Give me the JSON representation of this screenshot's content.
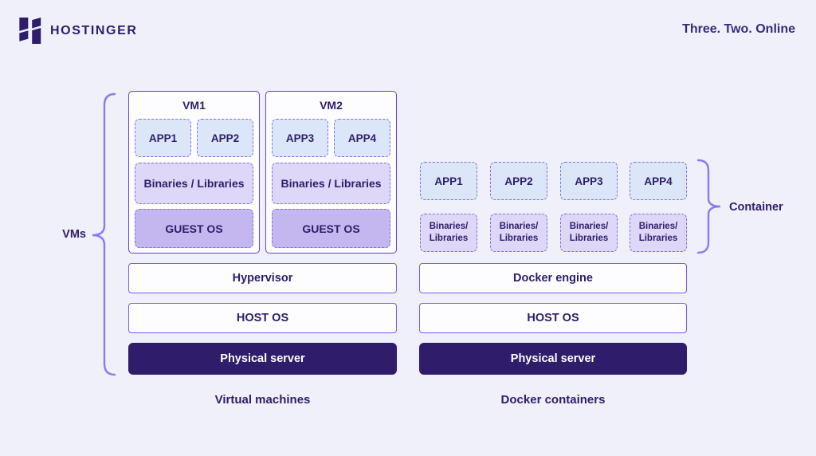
{
  "header": {
    "brand": "HOSTINGER",
    "tagline": "Three. Two. Online",
    "logo_icon": "hostinger-h-logo"
  },
  "colors": {
    "background": "#eff0fa",
    "brand_dark": "#2f1c6a",
    "vm_border": "#6342d9",
    "row_border": "#7a5af5",
    "dashed_border": "#8271e2",
    "app_fill": "#dbe6f8",
    "binaries_fill": "#ded7f8",
    "guest_os_fill": "#c4b7f0",
    "server_fill": "#2f1c6a",
    "brace": "#8b7af2"
  },
  "vm_section": {
    "brace_label": "VMs",
    "caption": "Virtual machines",
    "vms": [
      {
        "title": "VM1",
        "apps": [
          "APP1",
          "APP2"
        ],
        "binaries": "Binaries / Libraries",
        "os": "GUEST OS"
      },
      {
        "title": "VM2",
        "apps": [
          "APP3",
          "APP4"
        ],
        "binaries": "Binaries / Libraries",
        "os": "GUEST OS"
      }
    ],
    "layers": [
      "Hypervisor",
      "HOST OS",
      "Physical server"
    ]
  },
  "docker_section": {
    "brace_label": "Container",
    "caption": "Docker containers",
    "containers": [
      {
        "app": "APP1",
        "binaries": "Binaries/\nLibraries"
      },
      {
        "app": "APP2",
        "binaries": "Binaries/\nLibraries"
      },
      {
        "app": "APP3",
        "binaries": "Binaries/\nLibraries"
      },
      {
        "app": "APP4",
        "binaries": "Binaries/\nLibraries"
      }
    ],
    "layers": [
      "Docker engine",
      "HOST OS",
      "Physical server"
    ]
  }
}
